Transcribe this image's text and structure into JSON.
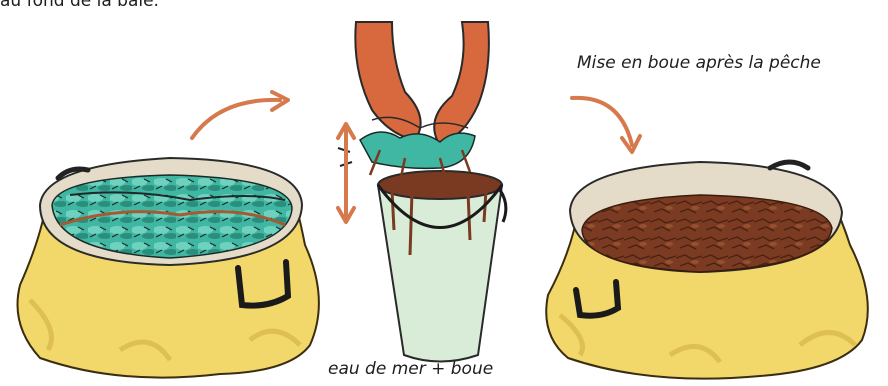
{
  "captions": {
    "top_partial": "au fond de la baie.",
    "right": "Mise en boue après la pêche",
    "bottom": "eau de mer + boue"
  },
  "colors": {
    "bag_yellow": "#f2d86a",
    "bag_shadow": "#d8b94e",
    "crab_teal": "#3fb7a3",
    "mud_brown": "#7a3a22",
    "glove_orange": "#d8683e",
    "arrow_orange": "#d67a4e",
    "bucket_green": "#d9ecd8"
  },
  "icons": [
    "curved-arrow-icon",
    "double-arrow-icon"
  ]
}
